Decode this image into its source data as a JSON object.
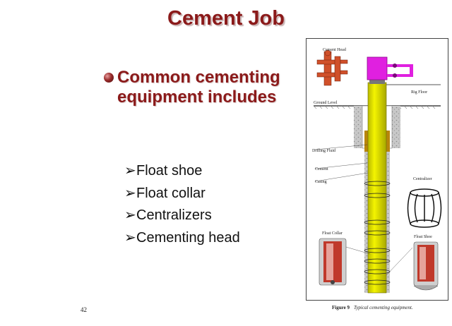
{
  "slide": {
    "title": "Cement Job",
    "heading": "Common cementing equipment includes",
    "items": [
      "Float shoe",
      "Float collar",
      "Centralizers",
      "Cementing head"
    ],
    "arrow": "➢",
    "slide_number": "42"
  },
  "figure": {
    "labels": {
      "cement_head": "Cement Head",
      "rig_floor": "Rig Floor",
      "ground_level": "Ground Level",
      "drilling_fluid": "Drilling Fluid",
      "cement": "Cement",
      "casing": "Casing",
      "centralizer": "Centralizer",
      "float_collar": "Float Collar",
      "float_shoe": "Float Shoe"
    },
    "caption_title": "Figure 9",
    "caption_text": "Typical cementing equipment."
  },
  "colors": {
    "title": "#8b1a1a",
    "casing": "#e6e600",
    "cement_head": "#e020e0",
    "equipment_red": "#d0502a"
  }
}
